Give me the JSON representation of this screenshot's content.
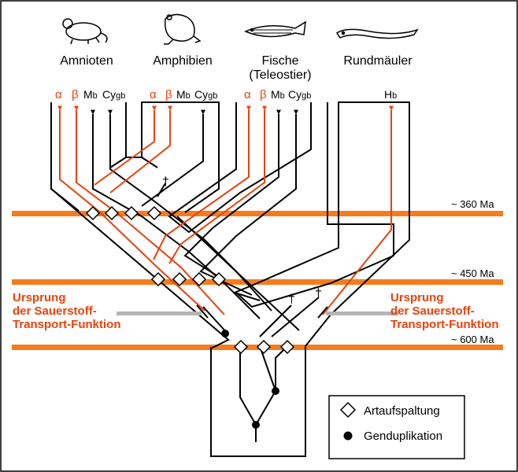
{
  "groups": {
    "amnioten": "Amnioten",
    "amphibien": "Amphibien",
    "fische_1": "Fische",
    "fische_2": "(Teleostier)",
    "rundmaeuler": "Rundmäuler"
  },
  "genes": {
    "alpha": "α",
    "beta": "β",
    "mb_main": "M",
    "mb_sub": "b",
    "cygb_main": "Cy",
    "cygb_sub": "gb",
    "hb_main": "H",
    "hb_sub": "b"
  },
  "eras": {
    "ma360": "~ 360 Ma",
    "ma450": "~ 450 Ma",
    "ma600": "~ 600 Ma"
  },
  "origin": {
    "line1": "Ursprung",
    "line2": "der Sauerstoff-",
    "line3": "Transport-Funktion"
  },
  "extinct_mark": "†",
  "legend": {
    "speciation": "Artaufspaltung",
    "duplication": "Genduplikation"
  },
  "colors": {
    "oxygen_transport": "#e8420e",
    "other": "#000000",
    "era_band": "#f57d1f",
    "origin_marker": "#b5b5b5"
  },
  "icons": {
    "amnioten": "mouse-icon",
    "amphibien": "frog-icon",
    "fische": "zebrafish-icon",
    "rundmaeuler": "lamprey-icon"
  }
}
